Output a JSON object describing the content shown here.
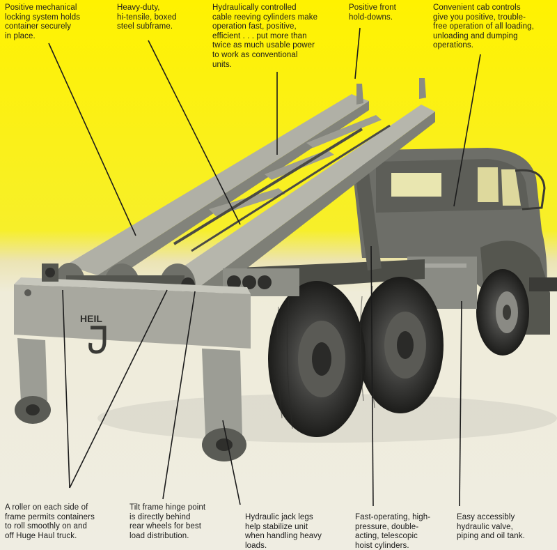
{
  "captions": {
    "locking": "Positive mechanical\nlocking system holds\ncontainer securely\nin place.",
    "subframe": "Heavy-duty,\nhi-tensile, boxed\nsteel subframe.",
    "cable": "Hydraulically controlled\ncable reeving cylinders make\noperation fast, positive,\nefficient . . . put more than\ntwice as much usable power\nto work as conventional\nunits.",
    "holddowns": "Positive front\nhold-downs.",
    "cab": "Convenient cab controls\ngive you positive, trouble-\nfree operation of all loading,\nunloading and dumping\noperations.",
    "roller": "A roller on each side of\nframe permits containers\nto roll smoothly on and\noff Huge Haul truck.",
    "hinge": "Tilt frame hinge point\nis directly behind\nrear wheels for best\nload distribution.",
    "jacks": "Hydraulic jack legs\nhelp stabilize unit\nwhen handling heavy\nloads.",
    "hoist": "Fast-operating, high-\npressure, double-\nacting, telescopic\nhoist cylinders.",
    "valve": "Easy accessibly\nhydraulic valve,\npiping and oil tank."
  },
  "truck_logo": "HEIL",
  "colors": {
    "yellow": "#fff200",
    "paper": "#efede2",
    "ink": "#1b1b1b"
  }
}
